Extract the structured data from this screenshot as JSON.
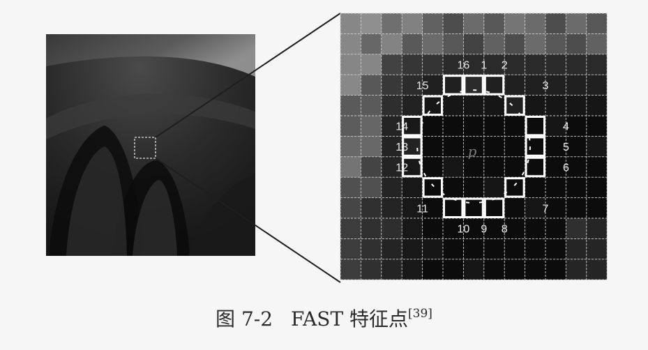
{
  "figure": {
    "center_label": "p",
    "circle_labels": [
      "1",
      "2",
      "3",
      "4",
      "5",
      "6",
      "7",
      "8",
      "9",
      "10",
      "11",
      "12",
      "13",
      "14",
      "15",
      "16"
    ],
    "highlight_color": "#ffffff",
    "grid_line_color": "#cfcfcf"
  },
  "caption": {
    "number": "图 7-2",
    "title": "FAST 特征点",
    "ref": "[39]"
  }
}
